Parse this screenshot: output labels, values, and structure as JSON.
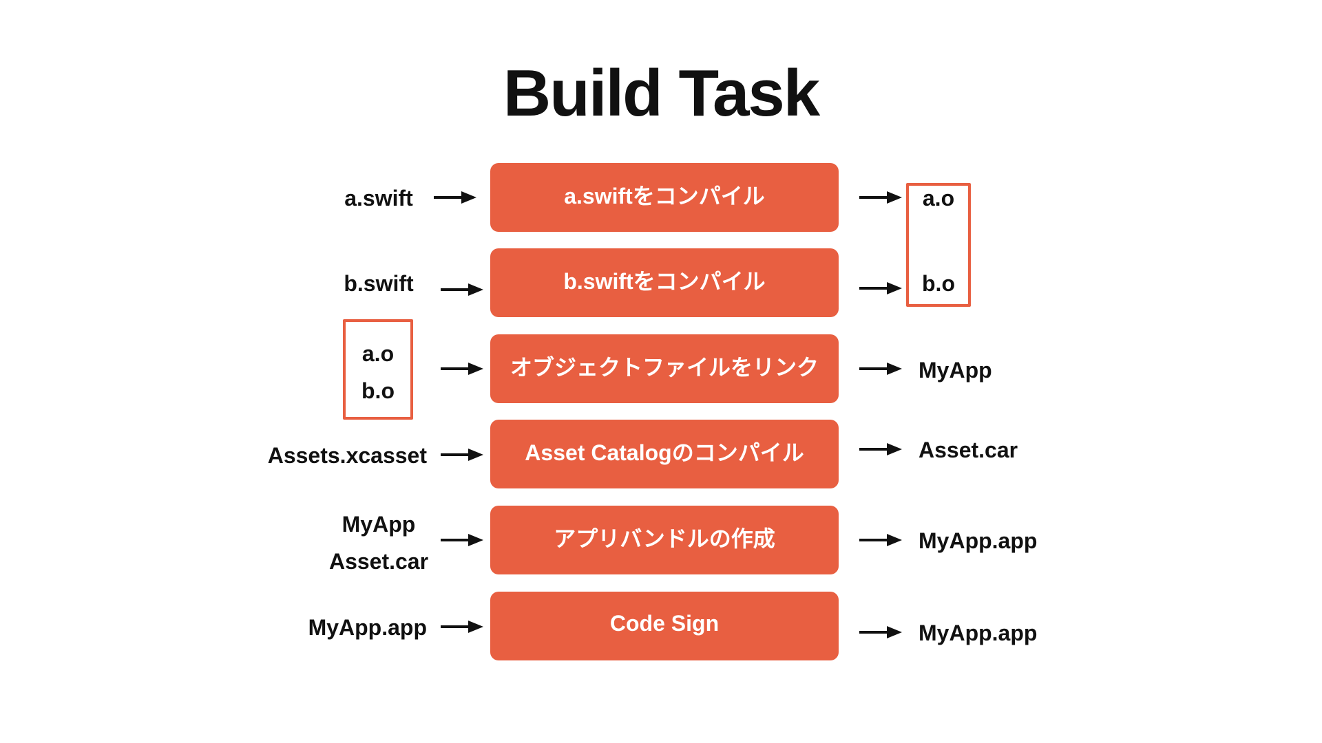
{
  "title": "Build Task",
  "tasks": [
    {
      "label": "a.swiftをコンパイル",
      "inputs": [
        "a.swift"
      ],
      "outputs": [
        "a.o"
      ]
    },
    {
      "label": "b.swiftをコンパイル",
      "inputs": [
        "b.swift"
      ],
      "outputs": [
        "b.o"
      ]
    },
    {
      "label": "オブジェクトファイルをリンク",
      "inputs": [
        "a.o",
        "b.o"
      ],
      "outputs": [
        "MyApp"
      ]
    },
    {
      "label": "Asset Catalogのコンパイル",
      "inputs": [
        "Assets.xcasset"
      ],
      "outputs": [
        "Asset.car"
      ]
    },
    {
      "label": "アプリバンドルの作成",
      "inputs": [
        "MyApp",
        "Asset.car"
      ],
      "outputs": [
        "MyApp.app"
      ]
    },
    {
      "label": "Code Sign",
      "inputs": [
        "MyApp.app"
      ],
      "outputs": [
        "MyApp.app"
      ]
    }
  ],
  "colors": {
    "task": "#e85f41",
    "highlight_box": "#e85f41",
    "arrow": "#111111",
    "text": "#111111"
  }
}
